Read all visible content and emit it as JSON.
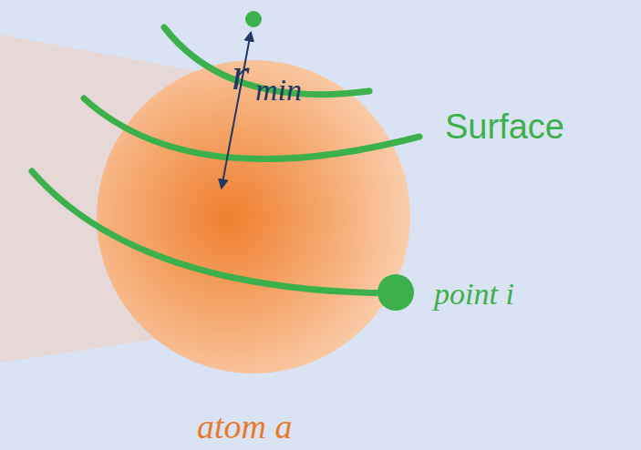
{
  "diagram": {
    "labels": [
      "r",
      "min",
      "Surface",
      "point i",
      "atom a"
    ]
  }
}
